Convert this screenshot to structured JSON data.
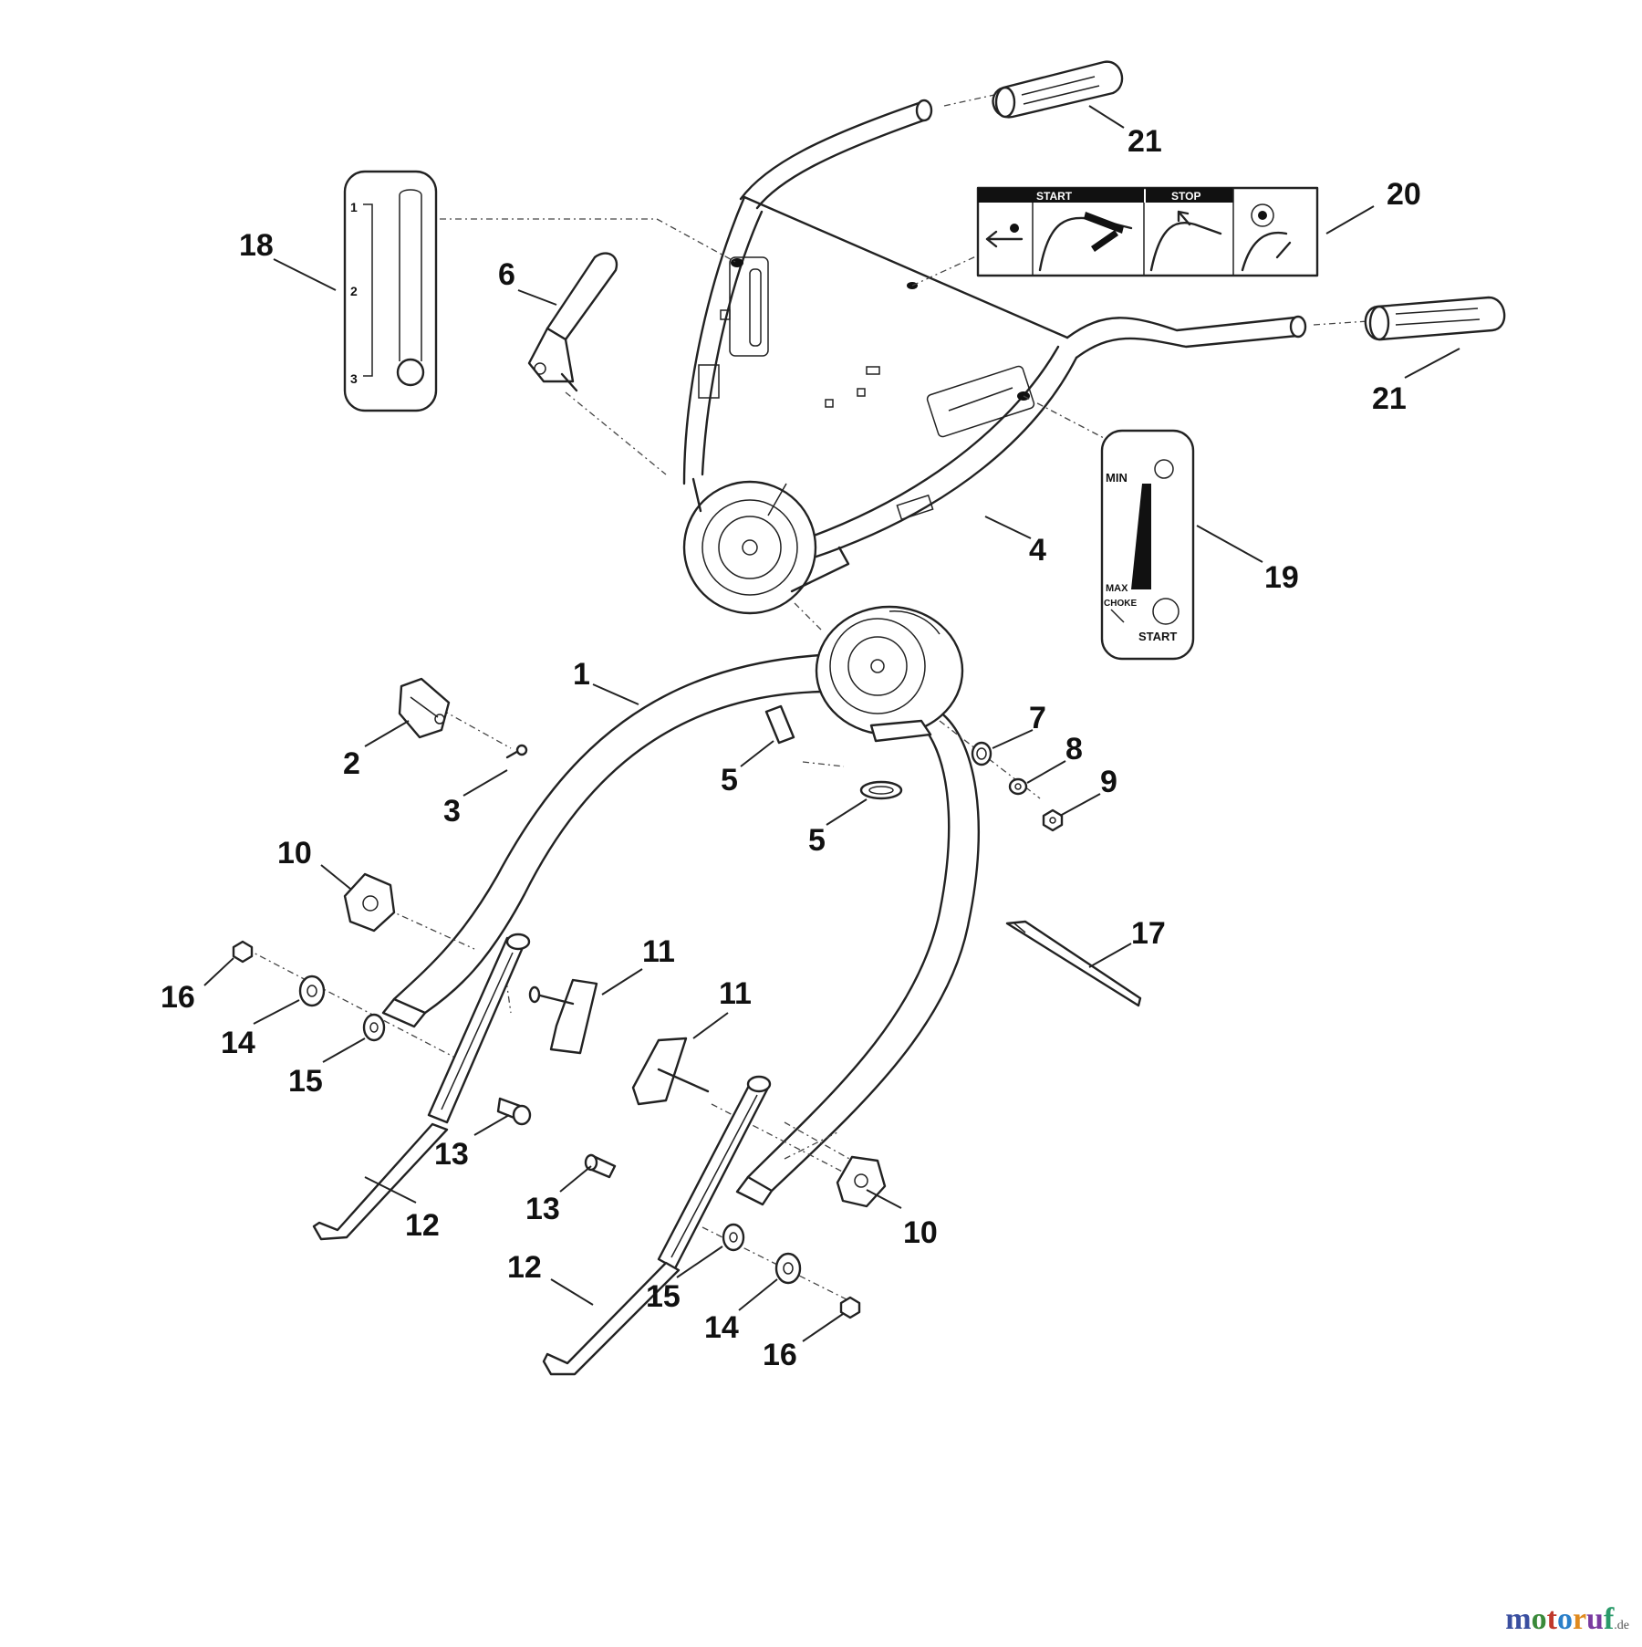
{
  "callouts": {
    "c1": "1",
    "c2": "2",
    "c3": "3",
    "c4": "4",
    "c5a": "5",
    "c5b": "5",
    "c6": "6",
    "c7": "7",
    "c8": "8",
    "c9": "9",
    "c10a": "10",
    "c10b": "10",
    "c11a": "11",
    "c11b": "11",
    "c12a": "12",
    "c12b": "12",
    "c13a": "13",
    "c13b": "13",
    "c14a": "14",
    "c14b": "14",
    "c15a": "15",
    "c15b": "15",
    "c16a": "16",
    "c16b": "16",
    "c17": "17",
    "c18": "18",
    "c19": "19",
    "c20": "20",
    "c21a": "21",
    "c21b": "21"
  },
  "decal_18": {
    "mark_1": "1",
    "mark_2": "2",
    "mark_3": "3"
  },
  "decal_19": {
    "min": "MIN",
    "max": "MAX",
    "choke": "CHOKE",
    "start": "START"
  },
  "decal_20": {
    "start": "START",
    "stop": "STOP"
  },
  "watermark": {
    "letters": [
      "m",
      "o",
      "t",
      "o",
      "r",
      "u",
      "f"
    ],
    "letter_colors": [
      "#3a4fa0",
      "#3a8a3a",
      "#c0392b",
      "#2a7fc9",
      "#e08a1e",
      "#7a3aa0",
      "#2a9a6a"
    ],
    "suffix": ".de"
  }
}
